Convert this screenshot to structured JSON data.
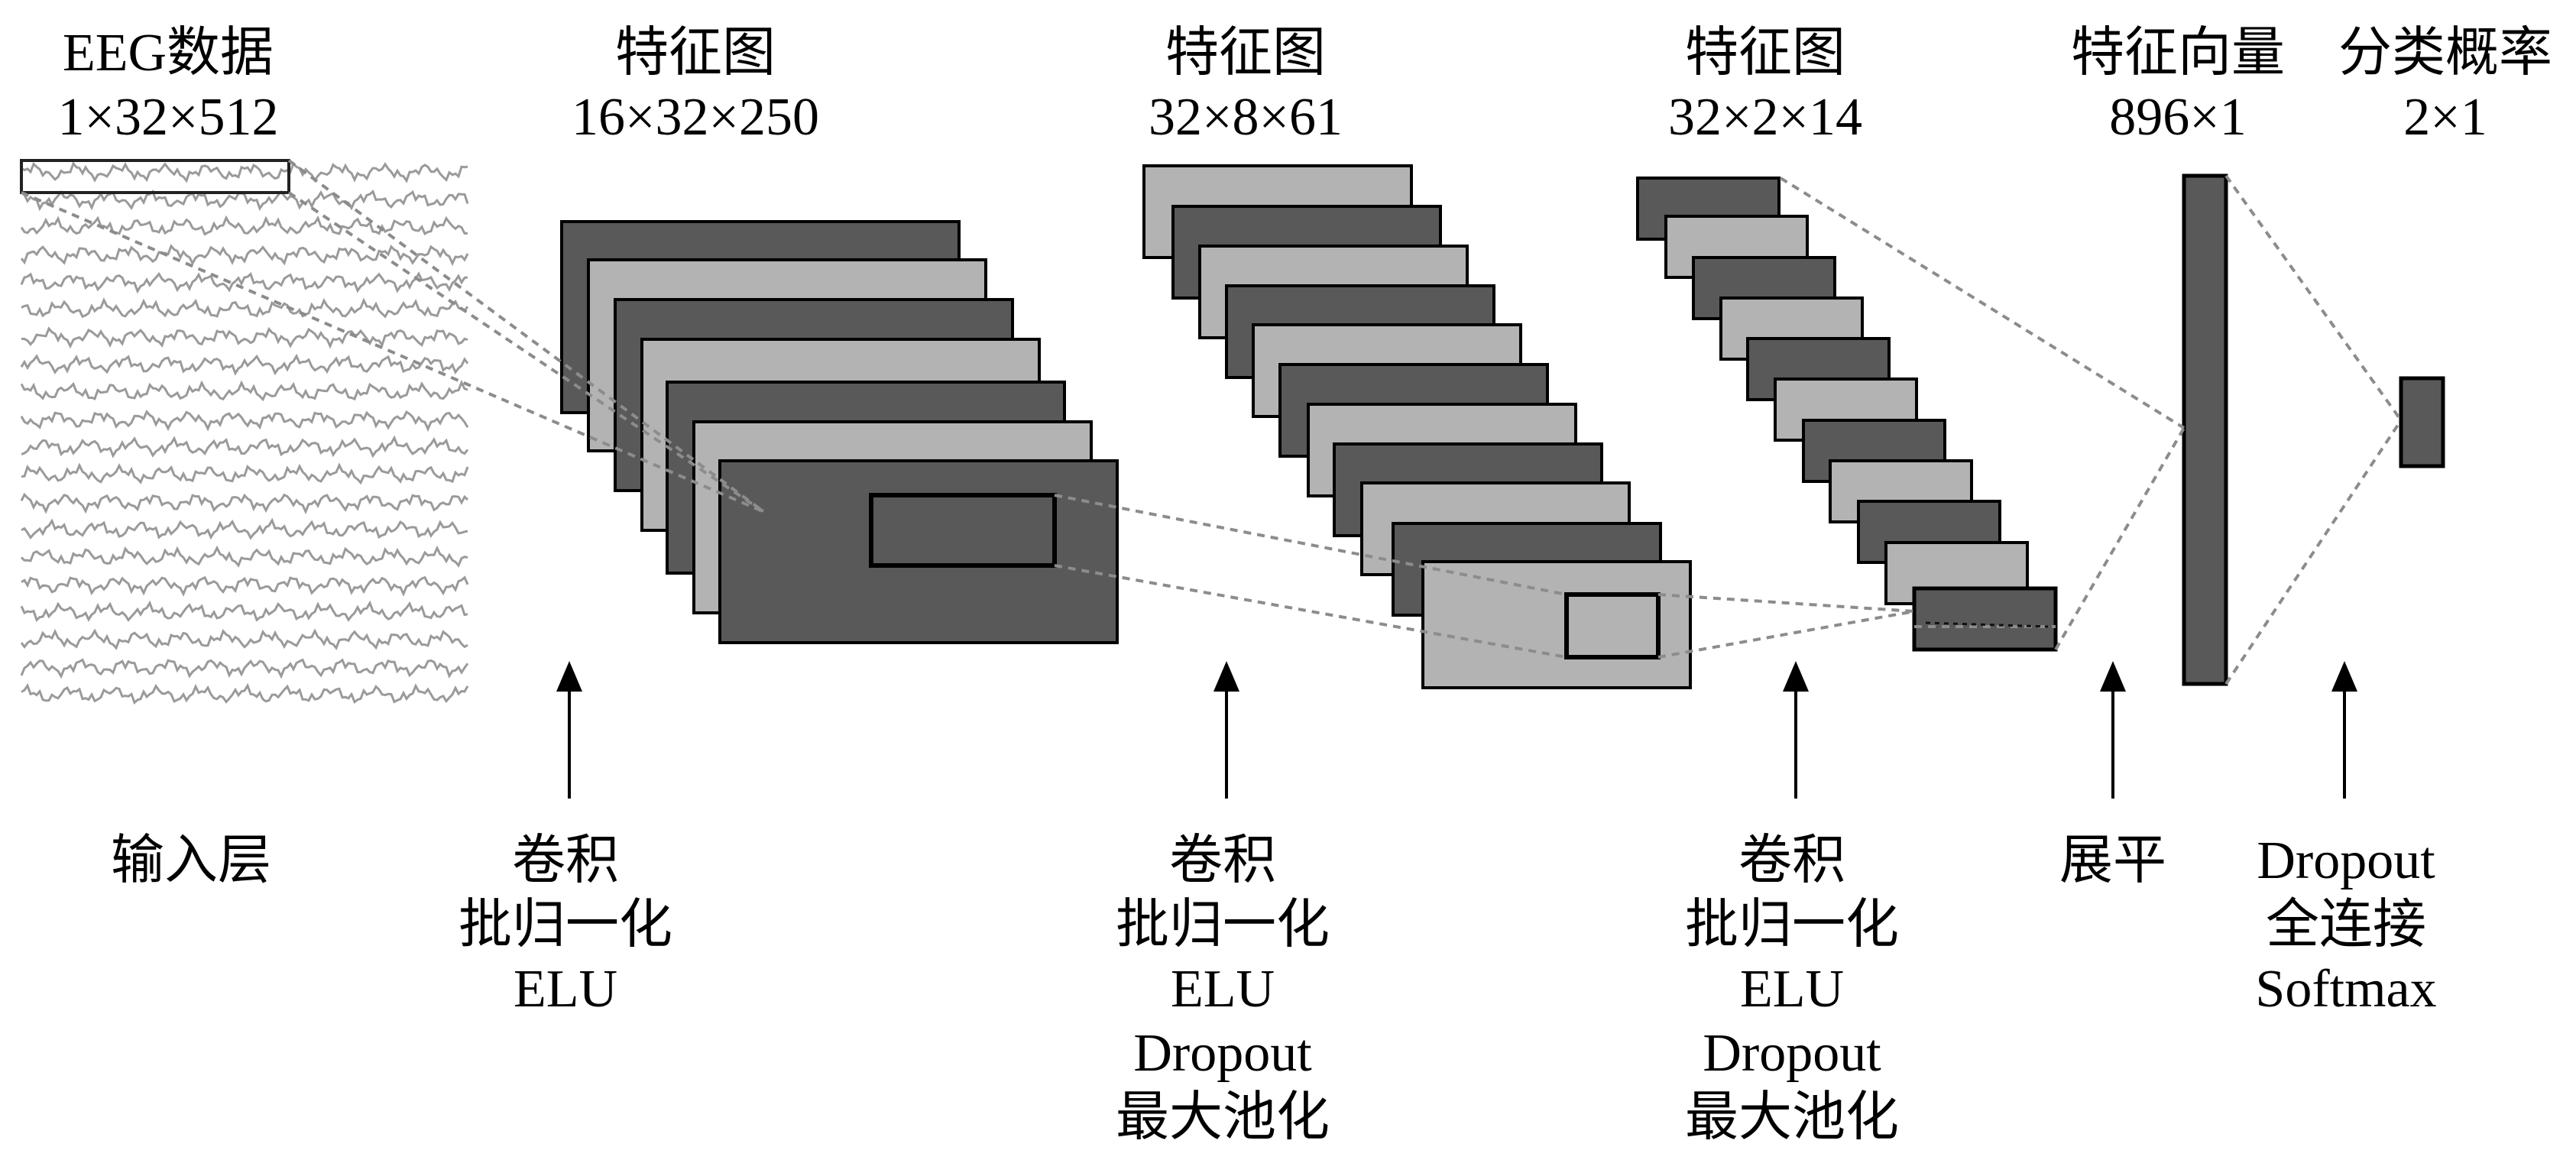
{
  "title_labels": {
    "input": {
      "line1": "EEG数据",
      "line2": "1×32×512"
    },
    "fmap1": {
      "line1": "特征图",
      "line2": "16×32×250"
    },
    "fmap2": {
      "line1": "特征图",
      "line2": "32×8×61"
    },
    "fmap3": {
      "line1": "特征图",
      "line2": "32×2×14"
    },
    "fvec": {
      "line1": "特征向量",
      "line2": "896×1"
    },
    "prob": {
      "line1": "分类概率",
      "line2": "2×1"
    }
  },
  "bottom_labels": {
    "input_layer": [
      "输入层"
    ],
    "block1": [
      "卷积",
      "批归一化",
      "ELU"
    ],
    "block2": [
      "卷积",
      "批归一化",
      "ELU",
      "Dropout",
      "最大池化"
    ],
    "block3": [
      "卷积",
      "批归一化",
      "ELU",
      "Dropout",
      "最大池化"
    ],
    "flatten": [
      "展平"
    ],
    "classifier": [
      "Dropout",
      "全连接",
      "Softmax"
    ]
  },
  "colors": {
    "dark": "#595959",
    "light": "#b3b3b3",
    "stroke": "#000000",
    "wave": "#9a9a9a",
    "dashed": "#8c8c8c"
  }
}
